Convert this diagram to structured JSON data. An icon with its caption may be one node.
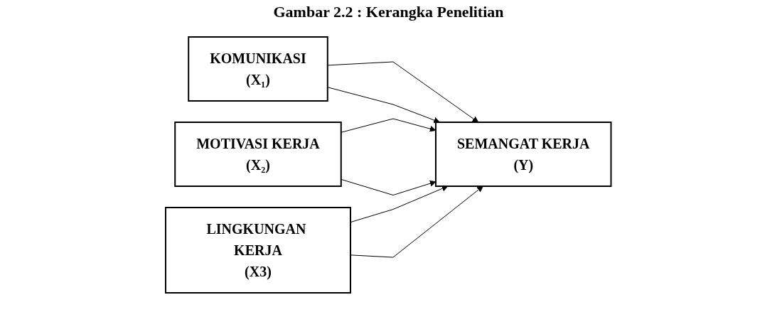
{
  "diagram": {
    "title": "Gambar 2.2 : Kerangka Penelitian",
    "nodes": [
      {
        "text": [
          "KOMUNIKASI",
          "(X₁)"
        ]
      },
      {
        "text": [
          "MOTIVASI KERJA",
          "(X₂)"
        ]
      },
      {
        "text": [
          "LINGKUNGAN KERJA",
          "(X3)"
        ]
      },
      {
        "text": [
          "SEMANGAT KERJA",
          "(Y)"
        ]
      }
    ],
    "edges": [
      {
        "from": 0,
        "to": 3,
        "arrow": "to"
      },
      {
        "from": 1,
        "to": 3,
        "arrow": "to"
      },
      {
        "from": 2,
        "to": 3,
        "arrow": "to"
      },
      {
        "from": 0,
        "to": 3,
        "arrow": "to"
      },
      {
        "from": 1,
        "to": 3,
        "arrow": "to"
      },
      {
        "from": 2,
        "to": 3,
        "arrow": "to"
      }
    ]
  }
}
